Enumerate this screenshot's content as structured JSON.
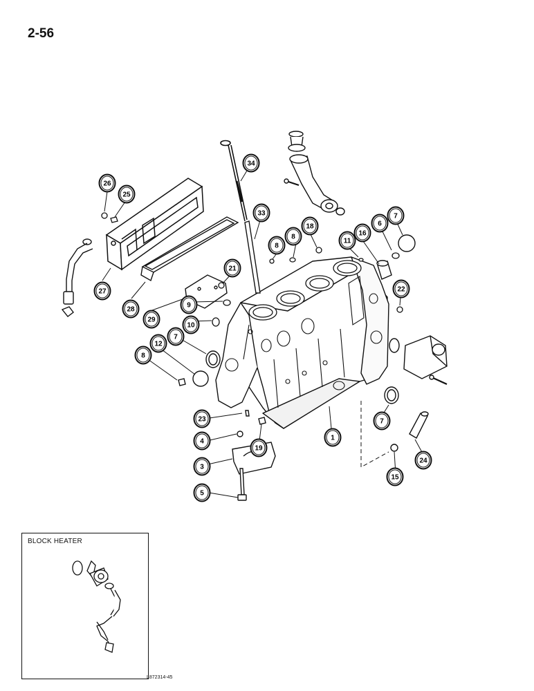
{
  "page": {
    "number": "2-56"
  },
  "figure": {
    "callouts": [
      "34",
      "26",
      "25",
      "33",
      "7",
      "18",
      "8",
      "6",
      "16",
      "11",
      "8",
      "27",
      "28",
      "21",
      "29",
      "9",
      "22",
      "10",
      "7",
      "12",
      "8",
      "23",
      "4",
      "19",
      "1",
      "7",
      "3",
      "24",
      "15",
      "5"
    ],
    "inset": {
      "title": "BLOCK HEATER"
    },
    "drawing_code": "L872314-45"
  }
}
